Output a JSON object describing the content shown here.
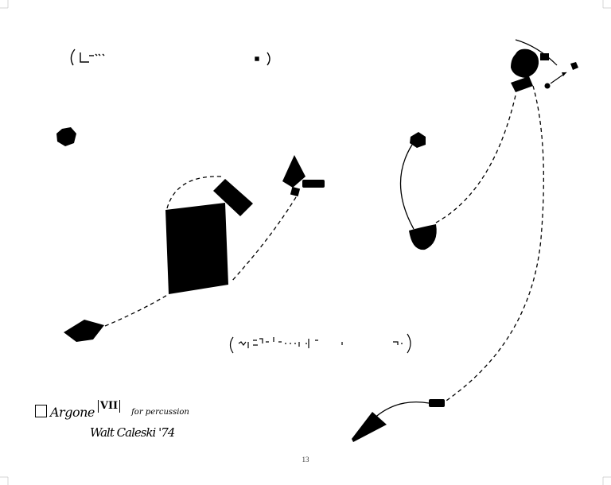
{
  "score": {
    "title_prefix": "Argone",
    "title_numeral": "VII",
    "subtitle": "for percussion",
    "signature": "Walt Caleski '74"
  },
  "page_number": "13"
}
